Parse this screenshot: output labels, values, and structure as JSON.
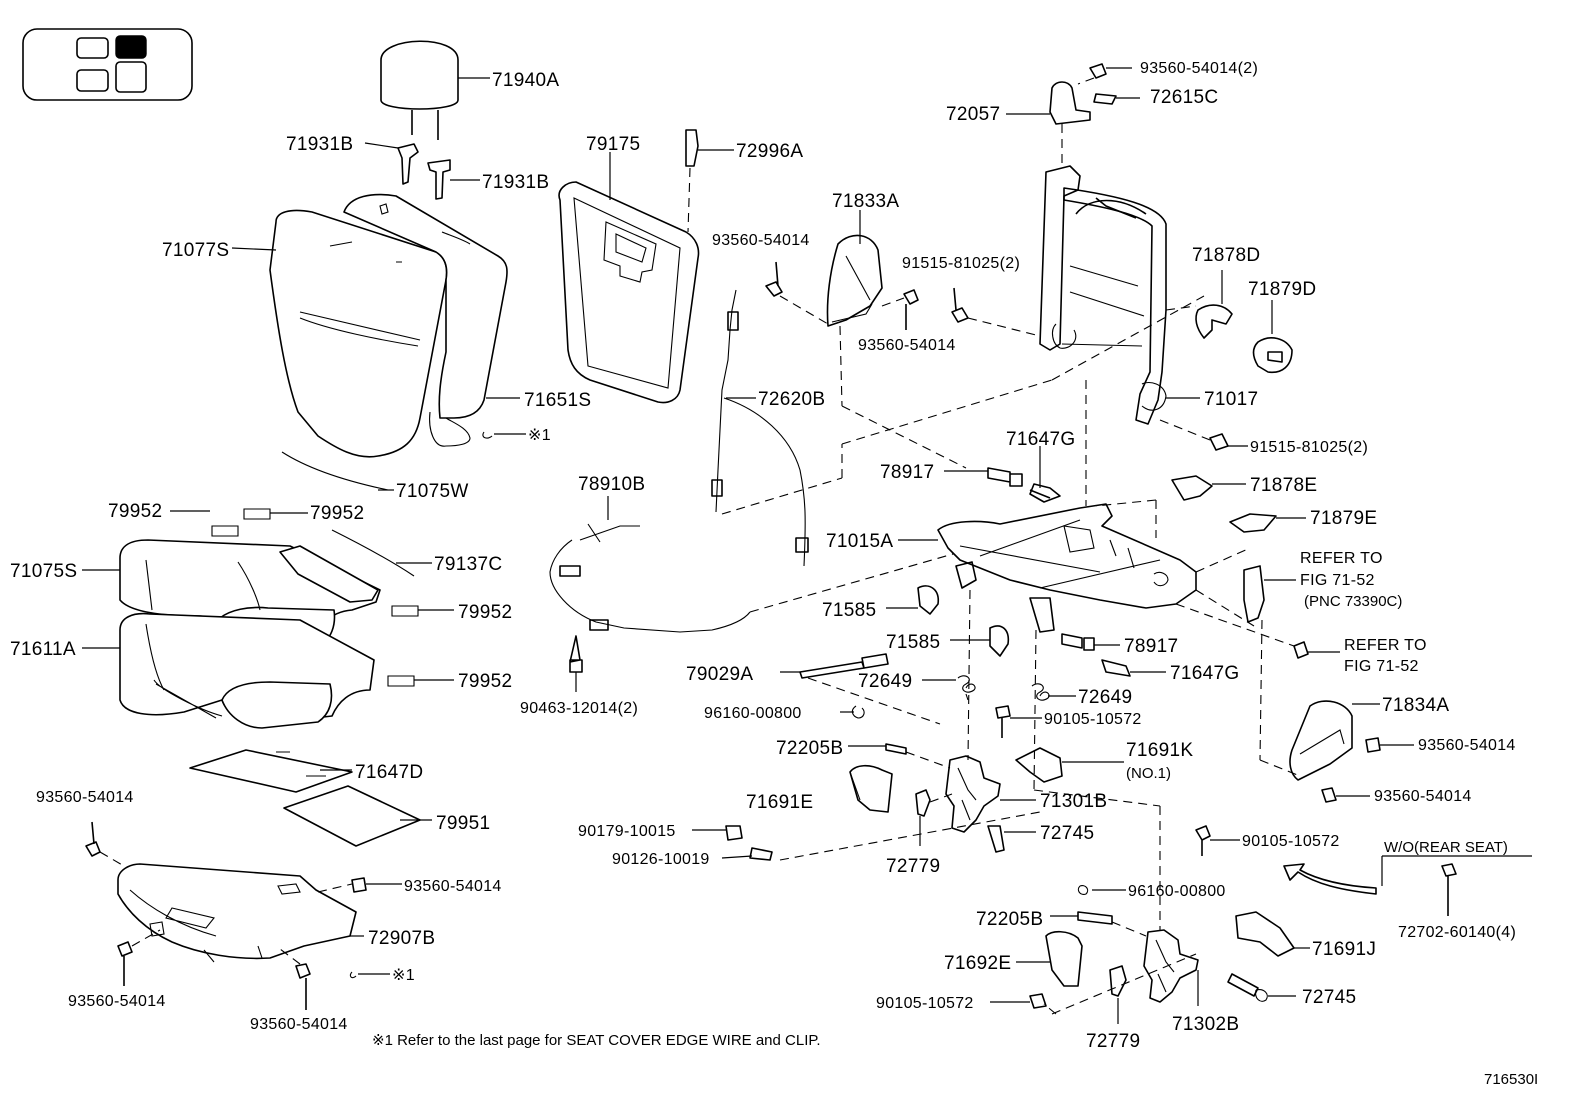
{
  "labels": {
    "p71940A": "71940A",
    "p71931B_a": "71931B",
    "p71931B_b": "71931B",
    "p71077S": "71077S",
    "p71651S": "71651S",
    "ref1_top": "※1",
    "p71075W": "71075W",
    "p79952_a": "79952",
    "p79952_b": "79952",
    "p79952_c": "79952",
    "p79952_d": "79952",
    "p71075S": "71075S",
    "p79137C": "79137C",
    "p71611A": "71611A",
    "p71647D": "71647D",
    "p79951": "79951",
    "p93560_54014_a": "93560-54014",
    "p93560_54014_b": "93560-54014",
    "p72907B": "72907B",
    "p93560_54014_c": "93560-54014",
    "p93560_54014_d": "93560-54014",
    "ref1_bottom": "※1",
    "p79175": "79175",
    "p72996A": "72996A",
    "p93560_54014_e": "93560-54014",
    "p71833A": "71833A",
    "p93560_54014_f": "93560-54014",
    "p72620B": "72620B",
    "p78910B": "78910B",
    "p90463_12014": "90463-12014(2)",
    "p93560_54014_2": "93560-54014(2)",
    "p72615C": "72615C",
    "p72057": "72057",
    "p91515_81025_a": "91515-81025(2)",
    "p71878D": "71878D",
    "p71879D": "71879D",
    "p71017": "71017",
    "p91515_81025_b": "91515-81025(2)",
    "p71647G_a": "71647G",
    "p78917_a": "78917",
    "p71878E": "71878E",
    "p71879E": "71879E",
    "p71015A": "71015A",
    "refer_to_a": "REFER TO",
    "fig_71_52_a": "FIG 71-52",
    "pnc_73390C": "(PNC 73390C)",
    "p71585_a": "71585",
    "p71585_b": "71585",
    "p78917_b": "78917",
    "refer_to_b": "REFER TO",
    "fig_71_52_b": "FIG 71-52",
    "p71647G_b": "71647G",
    "p79029A": "79029A",
    "p72649_a": "72649",
    "p72649_b": "72649",
    "p96160_00800_a": "96160-00800",
    "p90105_10572_a": "90105-10572",
    "p71834A": "71834A",
    "p72205B_a": "72205B",
    "p71691K": "71691K",
    "no1": "(NO.1)",
    "p93560_54014_g": "93560-54014",
    "p71691E": "71691E",
    "p71301B": "71301B",
    "p93560_54014_h": "93560-54014",
    "p90179_10015": "90179-10015",
    "p72745_a": "72745",
    "p90105_10572_b": "90105-10572",
    "p90126_10019": "90126-10019",
    "p72779_a": "72779",
    "wo_rear_seat": "W/O(REAR SEAT)",
    "p96160_00800_b": "96160-00800",
    "p72205B_b": "72205B",
    "p72702_60140": "72702-60140(4)",
    "p71691J": "71691J",
    "p71692E": "71692E",
    "p90105_10572_c": "90105-10572",
    "p72745_b": "72745",
    "p72779_b": "72779",
    "p71302B": "71302B",
    "footnote": "※1 Refer to the last page for SEAT COVER EDGE WIRE and CLIP.",
    "figure_code": "716530I"
  }
}
